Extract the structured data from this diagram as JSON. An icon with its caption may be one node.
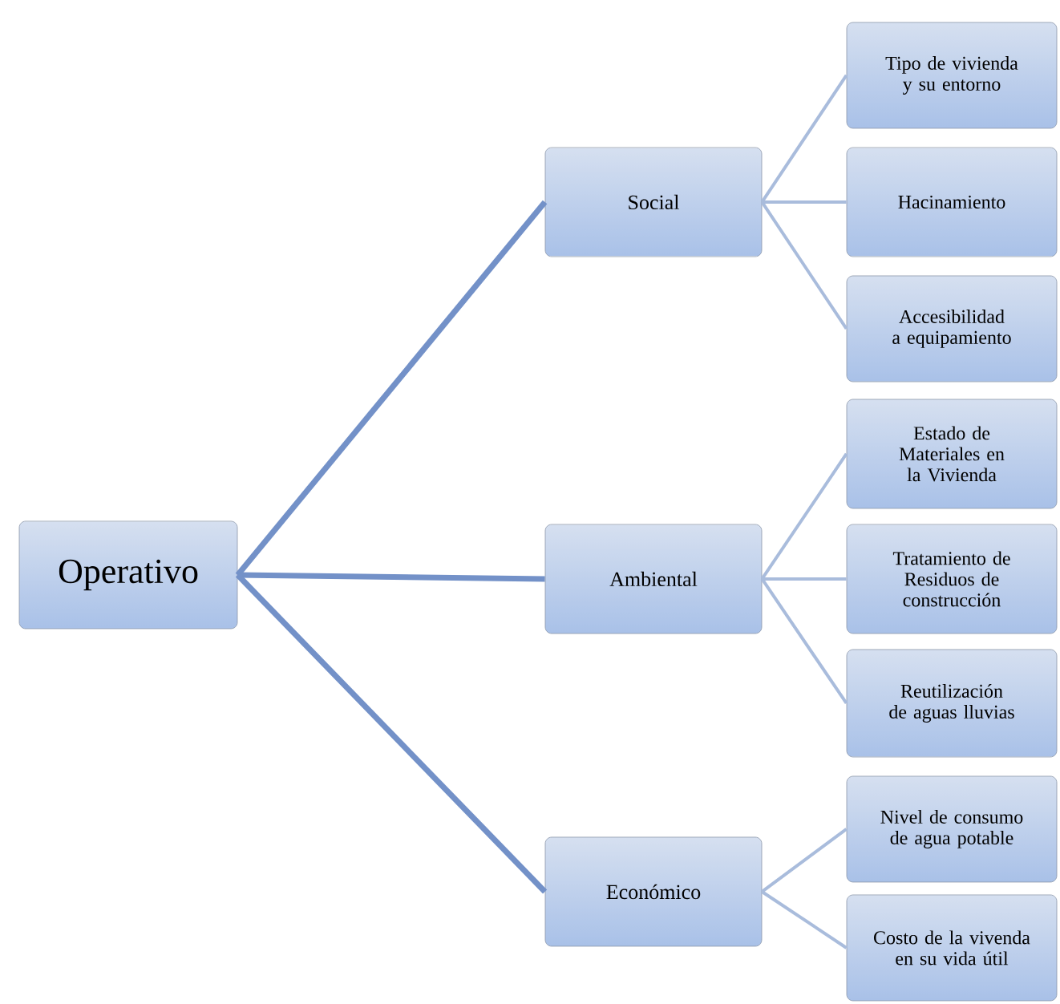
{
  "diagram": {
    "nodes": [
      {
        "text": [
          "Operativo"
        ]
      },
      {
        "text": [
          "Social"
        ]
      },
      {
        "text": [
          "Ambiental"
        ]
      },
      {
        "text": [
          "Económico"
        ]
      },
      {
        "text": [
          "Tipo de vivienda y su entorno"
        ]
      },
      {
        "text": [
          "Hacinamiento"
        ]
      },
      {
        "text": [
          "Accesibilidad a equipamiento"
        ]
      },
      {
        "text": [
          "Estado de Materiales en la Vivienda"
        ]
      },
      {
        "text": [
          "Tratamiento de Residuos de construcción"
        ]
      },
      {
        "text": [
          "Reutilización de aguas lluvias"
        ]
      },
      {
        "text": [
          "Nivel de consumo de agua potable"
        ]
      },
      {
        "text": [
          "Costo de la vivenda en su vida útil"
        ]
      }
    ],
    "edges": [
      {
        "from": 0,
        "to": 1,
        "arrow": "none",
        "style": "thick",
        "color": "#7391c8"
      },
      {
        "from": 0,
        "to": 2,
        "arrow": "none",
        "style": "thick",
        "color": "#7391c8"
      },
      {
        "from": 0,
        "to": 3,
        "arrow": "none",
        "style": "thick",
        "color": "#7391c8"
      },
      {
        "from": 1,
        "to": 4,
        "arrow": "none"
      },
      {
        "from": 1,
        "to": 5,
        "arrow": "none"
      },
      {
        "from": 1,
        "to": 6,
        "arrow": "none"
      },
      {
        "from": 2,
        "to": 7,
        "arrow": "none"
      },
      {
        "from": 2,
        "to": 8,
        "arrow": "none"
      },
      {
        "from": 2,
        "to": 9,
        "arrow": "none"
      },
      {
        "from": 3,
        "to": 10,
        "arrow": "none"
      },
      {
        "from": 3,
        "to": 11,
        "arrow": "none"
      }
    ]
  }
}
